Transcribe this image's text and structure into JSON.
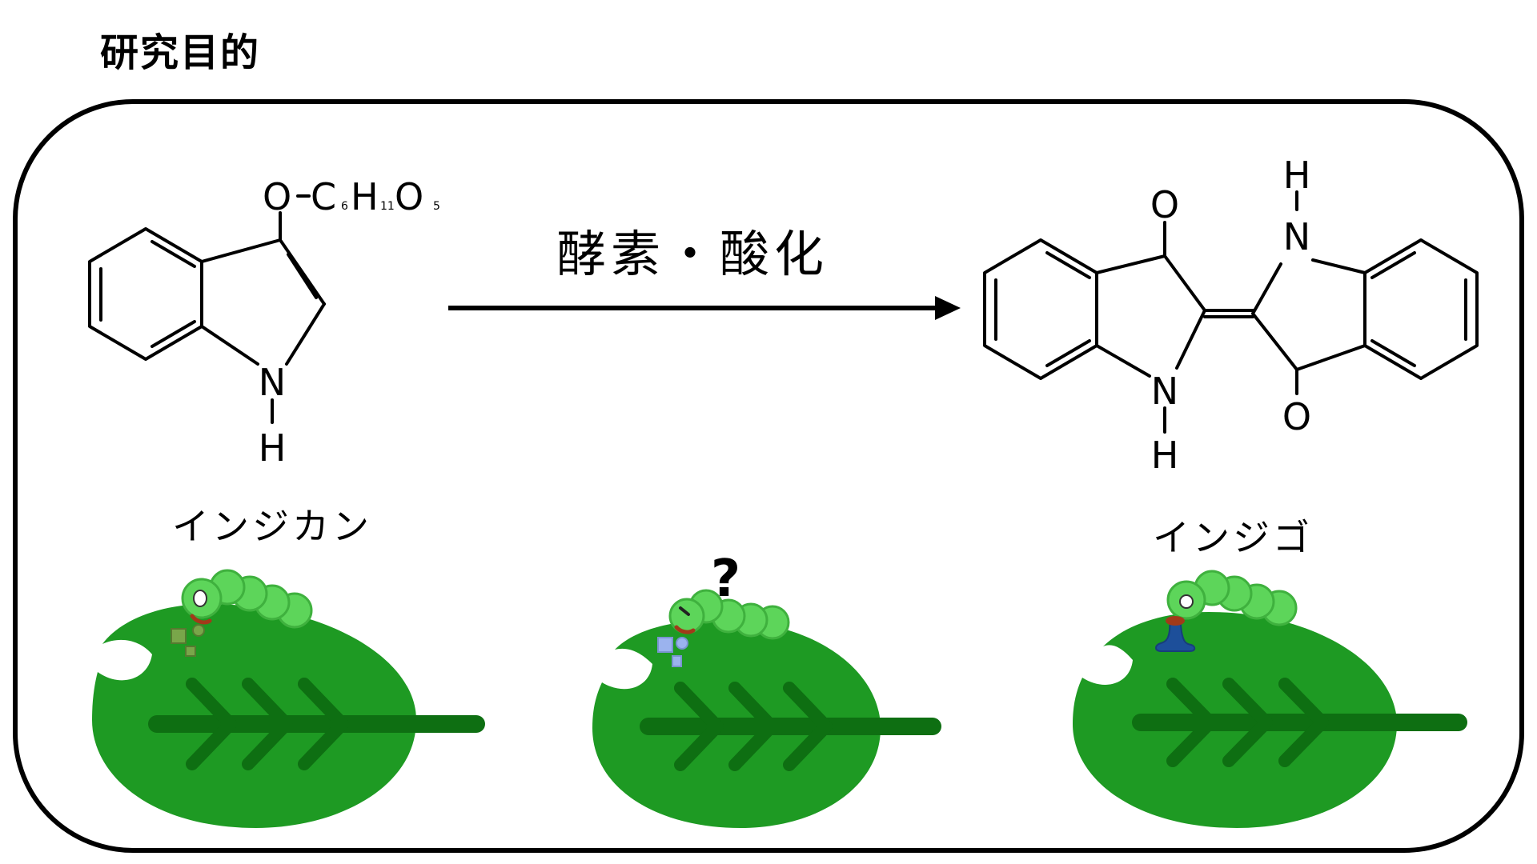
{
  "title": "研究目的",
  "reaction": {
    "label": "酵素・酸化"
  },
  "indican": {
    "name": "インジカン",
    "substituent": {
      "prefix": "O–C",
      "sub1": "6",
      "mid": "H",
      "sub2": "11",
      "end": "O",
      "sub3": "5"
    },
    "n_label": "N",
    "h_label": "H"
  },
  "indigo": {
    "name": "インジゴ",
    "o_top": "O",
    "o_bottom": "O",
    "n_left": "N",
    "h_left": "H",
    "n_right": "N",
    "h_right": "H"
  },
  "middle_scene": {
    "question_mark": "?"
  },
  "colors": {
    "leaf": "#1e9a23",
    "leaf_vein": "#0e6f12",
    "caterpillar": "#5dd55a",
    "caterpillar_dark": "#3fb13e",
    "indican_bits": "#79a64a",
    "middle_bits": "#9bb3ee",
    "indigo_drip": "#1d4f9a"
  }
}
